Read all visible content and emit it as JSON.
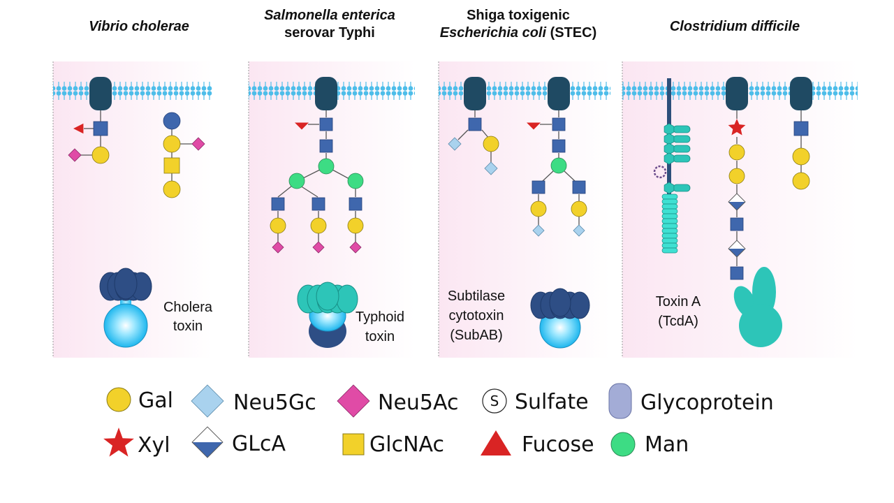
{
  "panels": [
    {
      "id": "vibrio",
      "title_lines": [
        [
          {
            "text": "Vibrio cholerae",
            "italic": true
          }
        ]
      ],
      "toxin_label_lines": [
        "Cholera",
        "toxin"
      ]
    },
    {
      "id": "salmonella",
      "title_lines": [
        [
          {
            "text": "Salmonella enterica",
            "italic": true
          }
        ],
        [
          {
            "text": "serovar Typhi",
            "italic": false
          }
        ]
      ],
      "toxin_label_lines": [
        "Typhoid",
        "toxin"
      ]
    },
    {
      "id": "stec",
      "title_lines": [
        [
          {
            "text": "Shiga toxigenic",
            "italic": false
          }
        ],
        [
          {
            "text": "Escherichia coli",
            "italic": true
          },
          {
            "text": " (STEC)",
            "italic": false
          }
        ]
      ],
      "toxin_label_lines": [
        "Subtilase",
        "cytotoxin",
        "(SubAB)"
      ]
    },
    {
      "id": "clostridium",
      "title_lines": [
        [
          {
            "text": "Clostridium difficile",
            "italic": true
          }
        ]
      ],
      "toxin_label_lines": [
        "Toxin A",
        "(TcdA)"
      ]
    }
  ],
  "legend": [
    {
      "symbol": "gal",
      "label": "Gal"
    },
    {
      "symbol": "neu5gc",
      "label": "Neu5Gc"
    },
    {
      "symbol": "neu5ac",
      "label": "Neu5Ac"
    },
    {
      "symbol": "sulfate",
      "label": "Sulfate",
      "glyph": "S"
    },
    {
      "symbol": "glycoprotein",
      "label": "Glycoprotein"
    },
    {
      "symbol": "xyl",
      "label": "Xyl"
    },
    {
      "symbol": "glca",
      "label": "GLcA"
    },
    {
      "symbol": "glcnac",
      "label": "GlcNAc"
    },
    {
      "symbol": "fucose",
      "label": "Fucose"
    },
    {
      "symbol": "man",
      "label": "Man"
    }
  ],
  "colors": {
    "gal": "#f2d12a",
    "glcnac_blue": "#3f67ad",
    "glcnac_yellow": "#f2d12a",
    "man": "#3ddc84",
    "neu5ac": "#e04ba6",
    "neu5gc": "#a9d2ee",
    "fucose": "#d92424",
    "xyl": "#d92424",
    "glca": "#3f67ad",
    "glycoprotein_dark": "#1f4a63",
    "glycoprotein_legend": "#a3acd6",
    "membrane_head": "#4dbde9",
    "toxin_navy": "#2e4e85",
    "toxin_teal": "#2dc5b8",
    "toxin_cyan": "#36c9f0",
    "panel_bg": "#fdf1f8"
  }
}
